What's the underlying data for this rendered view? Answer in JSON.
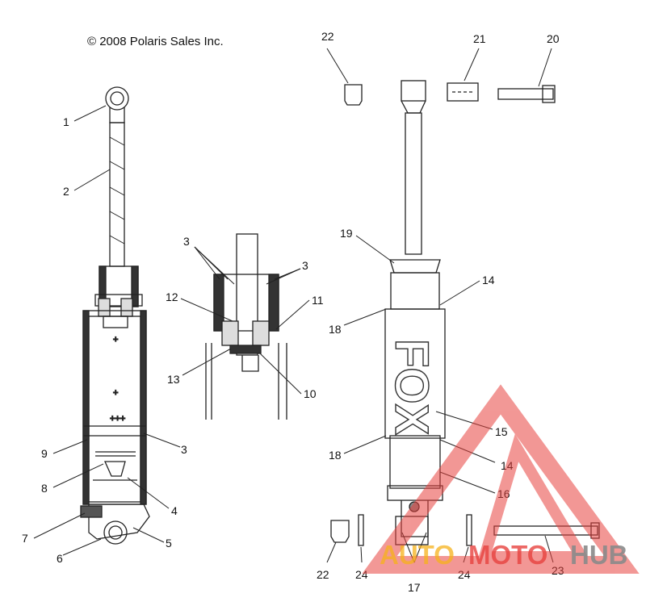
{
  "copyright": "© 2008 Polaris Sales Inc.",
  "callouts": {
    "c1": "1",
    "c2": "2",
    "c3a": "3",
    "c3b": "3",
    "c3c": "3",
    "c4": "4",
    "c5": "5",
    "c6": "6",
    "c7": "7",
    "c8": "8",
    "c9": "9",
    "c10": "10",
    "c11": "11",
    "c12": "12",
    "c13": "13",
    "c14a": "14",
    "c14b": "14",
    "c15": "15",
    "c16": "16",
    "c17": "17",
    "c18a": "18",
    "c18b": "18",
    "c19": "19",
    "c20": "20",
    "c21": "21",
    "c22a": "22",
    "c22b": "22",
    "c23": "23",
    "c24a": "24",
    "c24b": "24"
  },
  "shock_brand": "FOX",
  "watermark": {
    "part1": "AUTO",
    "part2": "MOTO",
    "part3": "HUB",
    "colors": {
      "red": "#e8433f",
      "yellow": "#f6b21b",
      "gray": "#8a8a8a"
    }
  }
}
